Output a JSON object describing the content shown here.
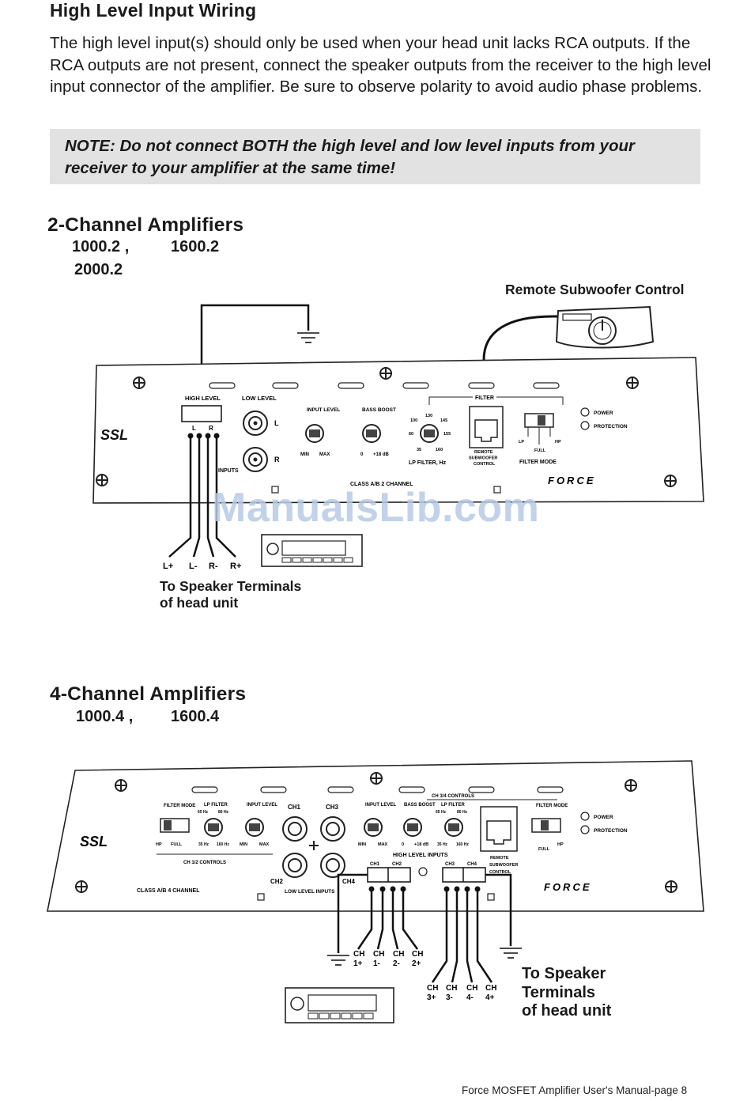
{
  "title": "High Level Input Wiring",
  "intro": "The high level input(s) should only be used when your head unit lacks RCA outputs. If the RCA outputs are not present, connect the speaker outputs from the receiver to the high level input connector of the amplifier. Be sure to observe polarity to avoid audio phase problems.",
  "note": "NOTE: Do not connect BOTH the high level and low level inputs from your receiver to your amplifier at the same time!",
  "two_channel": {
    "heading": "2-Channel Amplifiers",
    "model_a": "1000.2 ,",
    "model_b": "1600.2",
    "model_c": "2000.2",
    "remote_label": "Remote Subwoofer Control",
    "brand": "SSL",
    "force": "FORCE",
    "high_level": "HIGH LEVEL",
    "low_level": "LOW LEVEL",
    "inputs": "INPUTS",
    "input_level": "INPUT LEVEL",
    "bass_boost": "BASS BOOST",
    "filter": "FILTER",
    "lp_filter_hz": "LP FILTER, Hz",
    "remote_sub": "REMOTE SUBWOOFER CONTROL",
    "filter_mode": "FILTER MODE",
    "power": "POWER",
    "protection": "PROTECTION",
    "class": "CLASS A/B 2 CHANNEL",
    "min": "MIN",
    "max": "MAX",
    "zero": "0",
    "plus18": "+18 dB",
    "lp": "LP",
    "full": "FULL",
    "hp": "HP",
    "l": "L",
    "r": "R",
    "freq": [
      "100",
      "130",
      "145",
      "60",
      "155",
      "35",
      "160"
    ],
    "wires": [
      "L+",
      "L-",
      "R-",
      "R+"
    ],
    "speaker_line1": "To Speaker Terminals",
    "speaker_line2": "of head unit"
  },
  "four_channel": {
    "heading": "4-Channel Amplifiers",
    "model_a": "1000.4 ,",
    "model_b": "1600.4",
    "filter_mode": "FILTER MODE",
    "lp_filter": "LP FILTER",
    "hz65": "65 Hz",
    "hz80": "80 Hz",
    "hz35": "35 Hz",
    "hz160": "160 Hz",
    "input_level": "INPUT LEVEL",
    "bass_boost": "BASS BOOST",
    "ch34_controls": "CH 3/4 CONTROLS",
    "ch12_controls": "CH 1/2 CONTROLS",
    "high_level_inputs": "HIGH LEVEL INPUTS",
    "low_level_inputs": "LOW LEVEL INPUTS",
    "remote_sub": "REMOTE SUBWOOFER CONTROL",
    "class": "CLASS A/B 4 CHANNEL",
    "power": "POWER",
    "protection": "PROTECTION",
    "hp": "HP",
    "full": "FULL",
    "min": "MIN",
    "max": "MAX",
    "zero": "0",
    "plus18": "+18 dB",
    "ch1": "CH1",
    "ch2": "CH2",
    "ch3": "CH3",
    "ch4": "CH4",
    "wires_a": [
      "CH 1+",
      "CH 1-",
      "CH 2-",
      "CH 2+"
    ],
    "wires_b": [
      "CH 3+",
      "CH 3-",
      "CH 4-",
      "CH 4+"
    ],
    "speaker_line1": "To Speaker",
    "speaker_line2": "Terminals",
    "speaker_line3": "of head unit"
  },
  "watermark": "ManualsLib.com",
  "footer": "Force MOSFET Amplifier User's Manual-page  8"
}
